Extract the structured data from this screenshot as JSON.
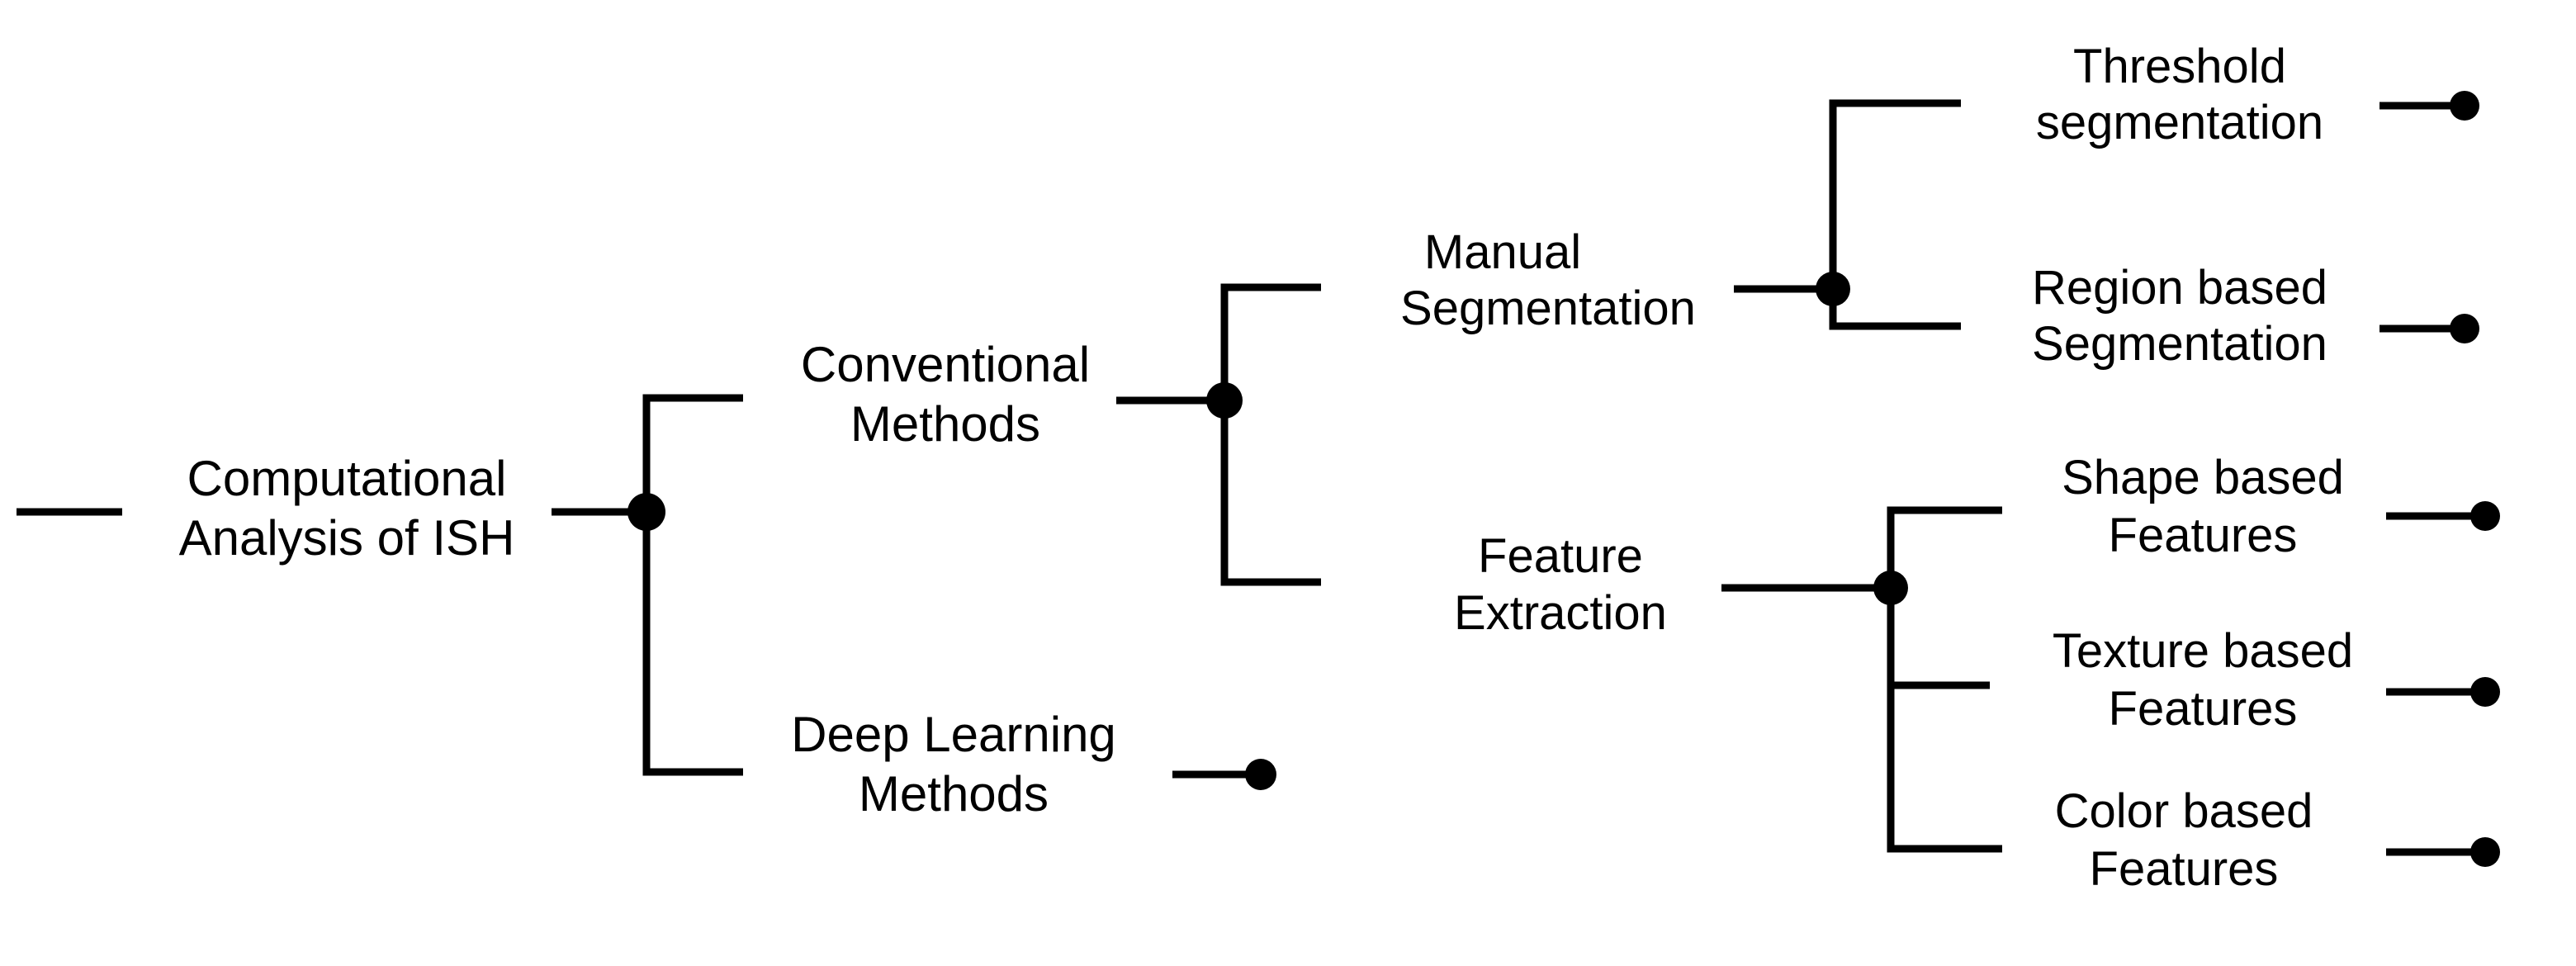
{
  "diagram": {
    "type": "mind-map-tree",
    "orientation": "left-to-right",
    "title": "Computational Analysis of ISH",
    "line_color": "#000000",
    "text_color": "#000000",
    "background_color": "#ffffff",
    "root": {
      "id": "root",
      "label_line1": "Computational",
      "label_line2": "Analysis of ISH"
    },
    "level1": [
      {
        "id": "conventional-methods",
        "label_line1": "Conventional",
        "label_line2": "Methods"
      },
      {
        "id": "deep-learning-methods",
        "label_line1": "Deep Learning",
        "label_line2": "Methods",
        "terminal": true
      }
    ],
    "level2": [
      {
        "id": "manual-segmentation",
        "label_line1": "Manual",
        "label_line2": "Segmentation",
        "parent": "conventional-methods"
      },
      {
        "id": "feature-extraction",
        "label_line1": "Feature",
        "label_line2": "Extraction",
        "parent": "conventional-methods"
      }
    ],
    "level3": [
      {
        "id": "threshold-segmentation",
        "label_line1": "Threshold",
        "label_line2": "segmentation",
        "parent": "manual-segmentation",
        "terminal": true
      },
      {
        "id": "region-based-segmentation",
        "label_line1": "Region based",
        "label_line2": "Segmentation",
        "parent": "manual-segmentation",
        "terminal": true
      },
      {
        "id": "shape-based-features",
        "label_line1": "Shape based",
        "label_line2": "Features",
        "parent": "feature-extraction",
        "terminal": true
      },
      {
        "id": "texture-based-features",
        "label_line1": "Texture based",
        "label_line2": "Features",
        "parent": "feature-extraction",
        "terminal": true
      },
      {
        "id": "color-based-features",
        "label_line1": "Color based",
        "label_line2": "Features",
        "parent": "feature-extraction",
        "terminal": true
      }
    ]
  }
}
